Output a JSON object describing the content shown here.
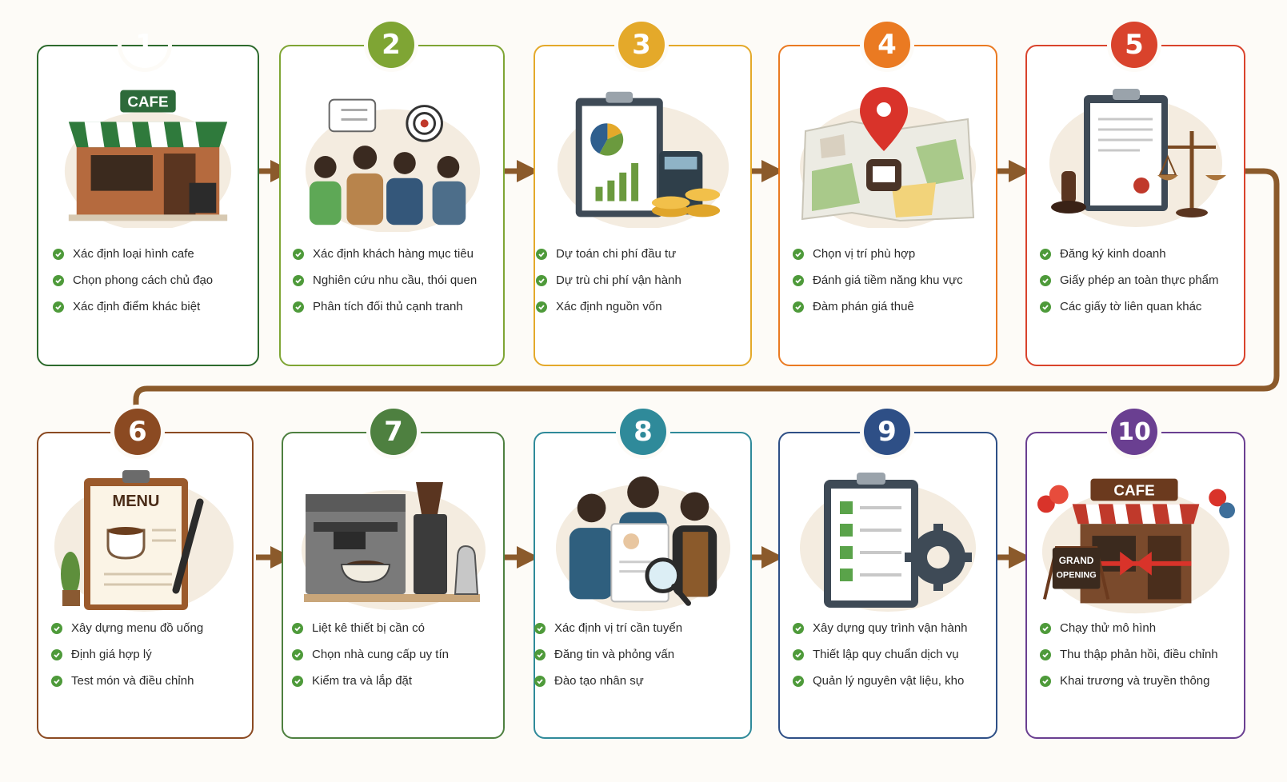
{
  "colors": {
    "background": "#fdfbf7",
    "connector": "#8b5a2b",
    "check": "#4e9a3a"
  },
  "steps": [
    {
      "number": "1",
      "color": "#2e6b2e",
      "icon": "cafe-storefront-icon",
      "sign": "CAFE",
      "items": [
        "Xác định loại hình cafe",
        "Chọn phong cách chủ đạo",
        "Xác định điểm khác biệt"
      ]
    },
    {
      "number": "2",
      "color": "#7fa534",
      "icon": "target-customers-icon",
      "items": [
        "Xác định khách hàng mục tiêu",
        "Nghiên cứu nhu cầu, thói quen",
        "Phân tích đối thủ cạnh tranh"
      ]
    },
    {
      "number": "3",
      "color": "#e4a92a",
      "icon": "budget-clipboard-icon",
      "items": [
        "Dự toán chi phí đầu tư",
        "Dự trù chi phí vận hành",
        "Xác định nguồn vốn"
      ]
    },
    {
      "number": "4",
      "color": "#ea7a22",
      "icon": "location-map-icon",
      "items": [
        "Chọn vị trí phù hợp",
        "Đánh giá tiềm năng khu vực",
        "Đàm phán giá thuê"
      ]
    },
    {
      "number": "5",
      "color": "#d9432c",
      "icon": "legal-documents-icon",
      "items": [
        "Đăng ký kinh doanh",
        "Giấy phép an toàn thực phẩm",
        "Các giấy tờ liên quan khác"
      ]
    },
    {
      "number": "6",
      "color": "#8b4a22",
      "icon": "menu-board-icon",
      "sign": "MENU",
      "items": [
        "Xây dựng menu đồ uống",
        "Định giá hợp lý",
        "Test món và điều chỉnh"
      ]
    },
    {
      "number": "7",
      "color": "#4e8040",
      "icon": "coffee-equipment-icon",
      "items": [
        "Liệt kê thiết bị cần có",
        "Chọn nhà cung cấp uy tín",
        "Kiểm tra và lắp đặt"
      ]
    },
    {
      "number": "8",
      "color": "#2f8a9a",
      "icon": "recruitment-icon",
      "items": [
        "Xác định vị trí cần tuyển",
        "Đăng tin và phỏng vấn",
        "Đào tạo nhân sự"
      ]
    },
    {
      "number": "9",
      "color": "#2e4f86",
      "icon": "operations-checklist-icon",
      "items": [
        "Xây dựng quy trình vận hành",
        "Thiết lập quy chuẩn dịch vụ",
        "Quản lý nguyên vật liệu, kho"
      ]
    },
    {
      "number": "10",
      "color": "#6a3f91",
      "icon": "grand-opening-icon",
      "sign": "CAFE",
      "banner_line1": "GRAND",
      "banner_line2": "OPENING",
      "items": [
        "Chạy thử mô hình",
        "Thu thập phản hồi, điều chỉnh",
        "Khai trương và truyền thông"
      ]
    }
  ]
}
